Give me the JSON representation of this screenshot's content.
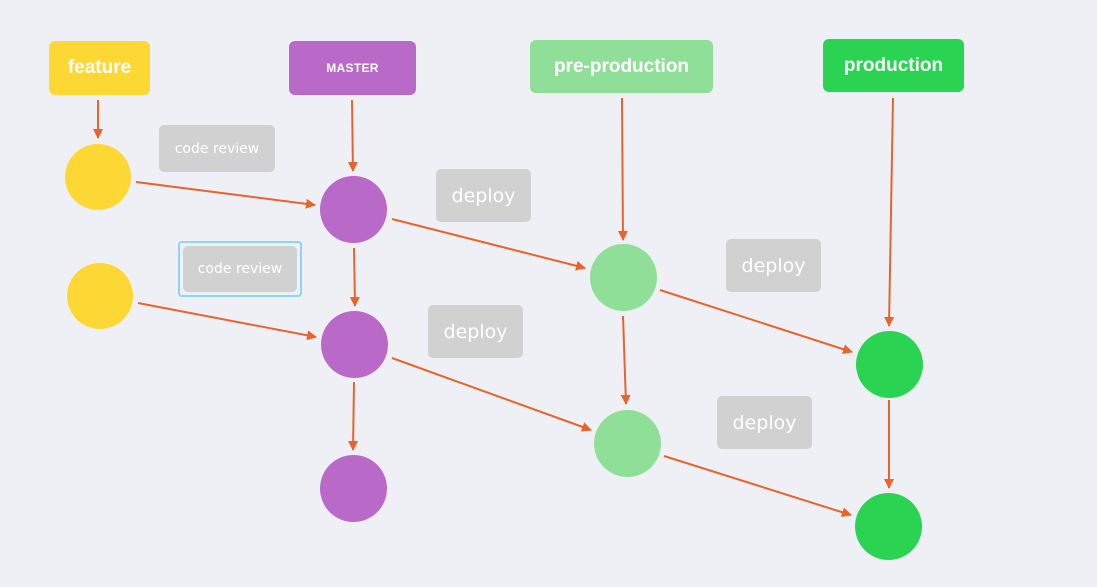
{
  "colors": {
    "feature": "#fdd835",
    "master": "#b96ac9",
    "preproduction": "#8fdf98",
    "production": "#2ad452",
    "arrow": "#e8642b",
    "note_bg": "#d1d1d1",
    "selection": "#8fd3f5"
  },
  "labels": {
    "feature": "feature",
    "master": "MASTER",
    "preproduction": "pre-production",
    "production": "production"
  },
  "notes": {
    "code_review_1": "code review",
    "code_review_2": "code review",
    "deploy_1": "deploy",
    "deploy_2": "deploy",
    "deploy_3": "deploy",
    "deploy_4": "deploy"
  }
}
